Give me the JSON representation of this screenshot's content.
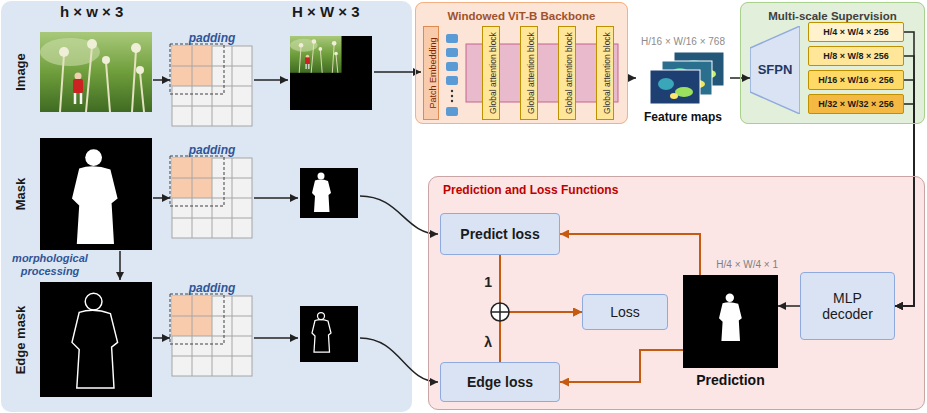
{
  "diagram": {
    "nodes": [
      {
        "text": [
          "Windowed ViT-B Backbone"
        ]
      },
      {
        "text": [
          "Patch Embedding"
        ],
        "in": 0
      },
      {
        "text": [
          "Global attention block"
        ],
        "in": 0
      },
      {
        "text": [
          "Global attention block"
        ],
        "in": 0
      },
      {
        "text": [
          "Global attention block"
        ],
        "in": 0
      },
      {
        "text": [
          "Global attention block"
        ],
        "in": 0
      },
      {
        "text": [
          "H/16 × W/16 × 768",
          "Feature maps"
        ]
      },
      {
        "text": [
          "Multi-scale Supervision"
        ]
      },
      {
        "text": [
          "SFPN"
        ],
        "in": 7
      },
      {
        "text": [
          "H/4 × W/4 × 256"
        ],
        "in": 7
      },
      {
        "text": [
          "H/8 × W/8 × 256"
        ],
        "in": 7
      },
      {
        "text": [
          "H/16 × W/16 × 256"
        ],
        "in": 7
      },
      {
        "text": [
          "H/32 × W/32 × 256"
        ],
        "in": 7
      },
      {
        "text": [
          "Prediction and Loss Functions"
        ]
      },
      {
        "text": [
          "Predict loss"
        ],
        "in": 13
      },
      {
        "text": [
          "Loss"
        ],
        "in": 13
      },
      {
        "text": [
          "H/4 × W/4 × 1",
          "Prediction"
        ],
        "in": 13
      },
      {
        "text": [
          "MLP decoder"
        ],
        "in": 13
      },
      {
        "text": [
          "Edge loss"
        ],
        "in": 13
      }
    ],
    "edges": [
      {
        "from": 0,
        "to": 6,
        "arrow": "to"
      },
      {
        "from": 6,
        "to": 8,
        "arrow": "to"
      },
      {
        "from": 9,
        "to": 17,
        "arrow": "to"
      },
      {
        "from": 10,
        "to": 17,
        "arrow": "to"
      },
      {
        "from": 11,
        "to": 17,
        "arrow": "to"
      },
      {
        "from": 12,
        "to": 17,
        "arrow": "to"
      },
      {
        "from": 17,
        "to": 16,
        "arrow": "to"
      },
      {
        "from": 16,
        "to": 14,
        "arrow": "to"
      },
      {
        "from": 16,
        "to": 18,
        "arrow": "to"
      },
      {
        "from": 14,
        "to": 15,
        "label": "1",
        "arrow": "to"
      },
      {
        "from": 18,
        "to": 15,
        "label": "λ",
        "arrow": "to"
      }
    ],
    "labels": [
      "h × w × 3",
      "H × W × 3",
      "Image",
      "padding",
      "Mask",
      "padding",
      "morphological processing",
      "Edge mask",
      "padding"
    ]
  }
}
